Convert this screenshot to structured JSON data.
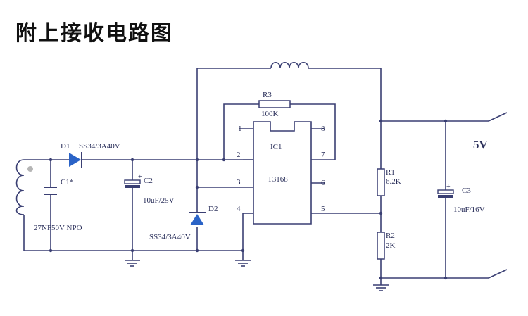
{
  "heading": "附上接收电路图",
  "ic": {
    "ref": "IC1",
    "part": "T3168",
    "pins": [
      "1",
      "2",
      "3",
      "4",
      "5",
      "6",
      "7",
      "8"
    ]
  },
  "components": {
    "d1": {
      "ref": "D1",
      "value": "SS34/3A40V"
    },
    "d2": {
      "ref": "D2",
      "value": "SS34/3A40V"
    },
    "c1": {
      "ref": "C1*",
      "value": "27NF50V  NPO"
    },
    "c2": {
      "ref": "C2",
      "value": "10uF/25V"
    },
    "c3": {
      "ref": "C3",
      "value": "10uF/16V"
    },
    "r1": {
      "ref": "R1",
      "value": "6.2K"
    },
    "r2": {
      "ref": "R2",
      "value": "2K"
    },
    "r3": {
      "ref": "R3",
      "value": "100K"
    }
  },
  "output_label": "5V",
  "colors": {
    "wire": "#3a3f73",
    "text": "#2a2f5a",
    "diode_fill": "#2a63c7",
    "heading": "#111111"
  }
}
